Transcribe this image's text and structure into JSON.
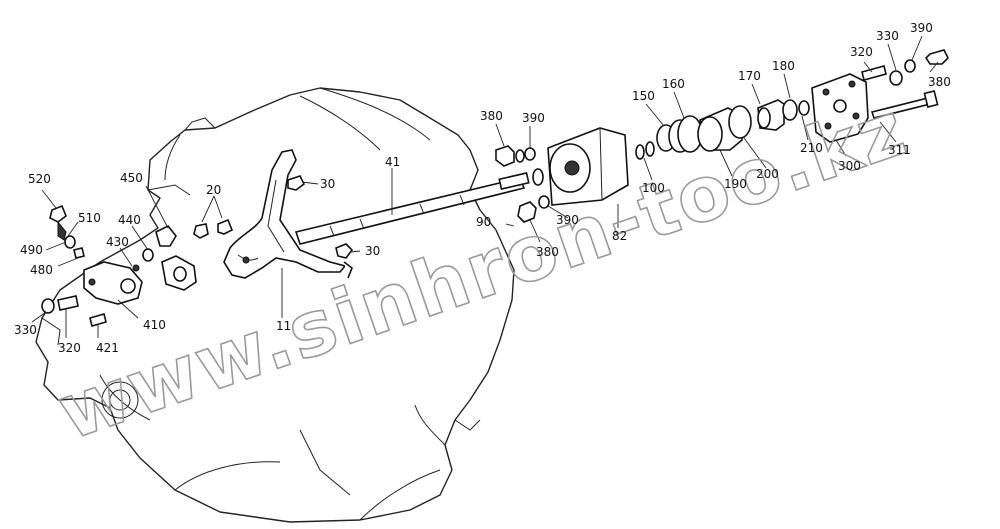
{
  "watermark": "www.sinhron-too.kz",
  "corner_mark": " ",
  "labels": [
    {
      "id": "520",
      "text": "520"
    },
    {
      "id": "510",
      "text": "510"
    },
    {
      "id": "490",
      "text": "490"
    },
    {
      "id": "480",
      "text": "480"
    },
    {
      "id": "450",
      "text": "450"
    },
    {
      "id": "440",
      "text": "440"
    },
    {
      "id": "430",
      "text": "430"
    },
    {
      "id": "410",
      "text": "410"
    },
    {
      "id": "421",
      "text": "421"
    },
    {
      "id": "330a",
      "text": "330"
    },
    {
      "id": "320a",
      "text": "320"
    },
    {
      "id": "20",
      "text": "20"
    },
    {
      "id": "30a",
      "text": "30"
    },
    {
      "id": "30b",
      "text": "30"
    },
    {
      "id": "11",
      "text": "11"
    },
    {
      "id": "41",
      "text": "41"
    },
    {
      "id": "90",
      "text": "90"
    },
    {
      "id": "82",
      "text": "82"
    },
    {
      "id": "380a",
      "text": "380"
    },
    {
      "id": "390a",
      "text": "390"
    },
    {
      "id": "380b",
      "text": "380"
    },
    {
      "id": "390b",
      "text": "390"
    },
    {
      "id": "100",
      "text": "100"
    },
    {
      "id": "150",
      "text": "150"
    },
    {
      "id": "160",
      "text": "160"
    },
    {
      "id": "170",
      "text": "170"
    },
    {
      "id": "180",
      "text": "180"
    },
    {
      "id": "190",
      "text": "190"
    },
    {
      "id": "200",
      "text": "200"
    },
    {
      "id": "210",
      "text": "210"
    },
    {
      "id": "300",
      "text": "300"
    },
    {
      "id": "311",
      "text": "311"
    },
    {
      "id": "320b",
      "text": "320"
    },
    {
      "id": "330b",
      "text": "330"
    },
    {
      "id": "390c",
      "text": "390"
    },
    {
      "id": "380c",
      "text": "380"
    }
  ]
}
